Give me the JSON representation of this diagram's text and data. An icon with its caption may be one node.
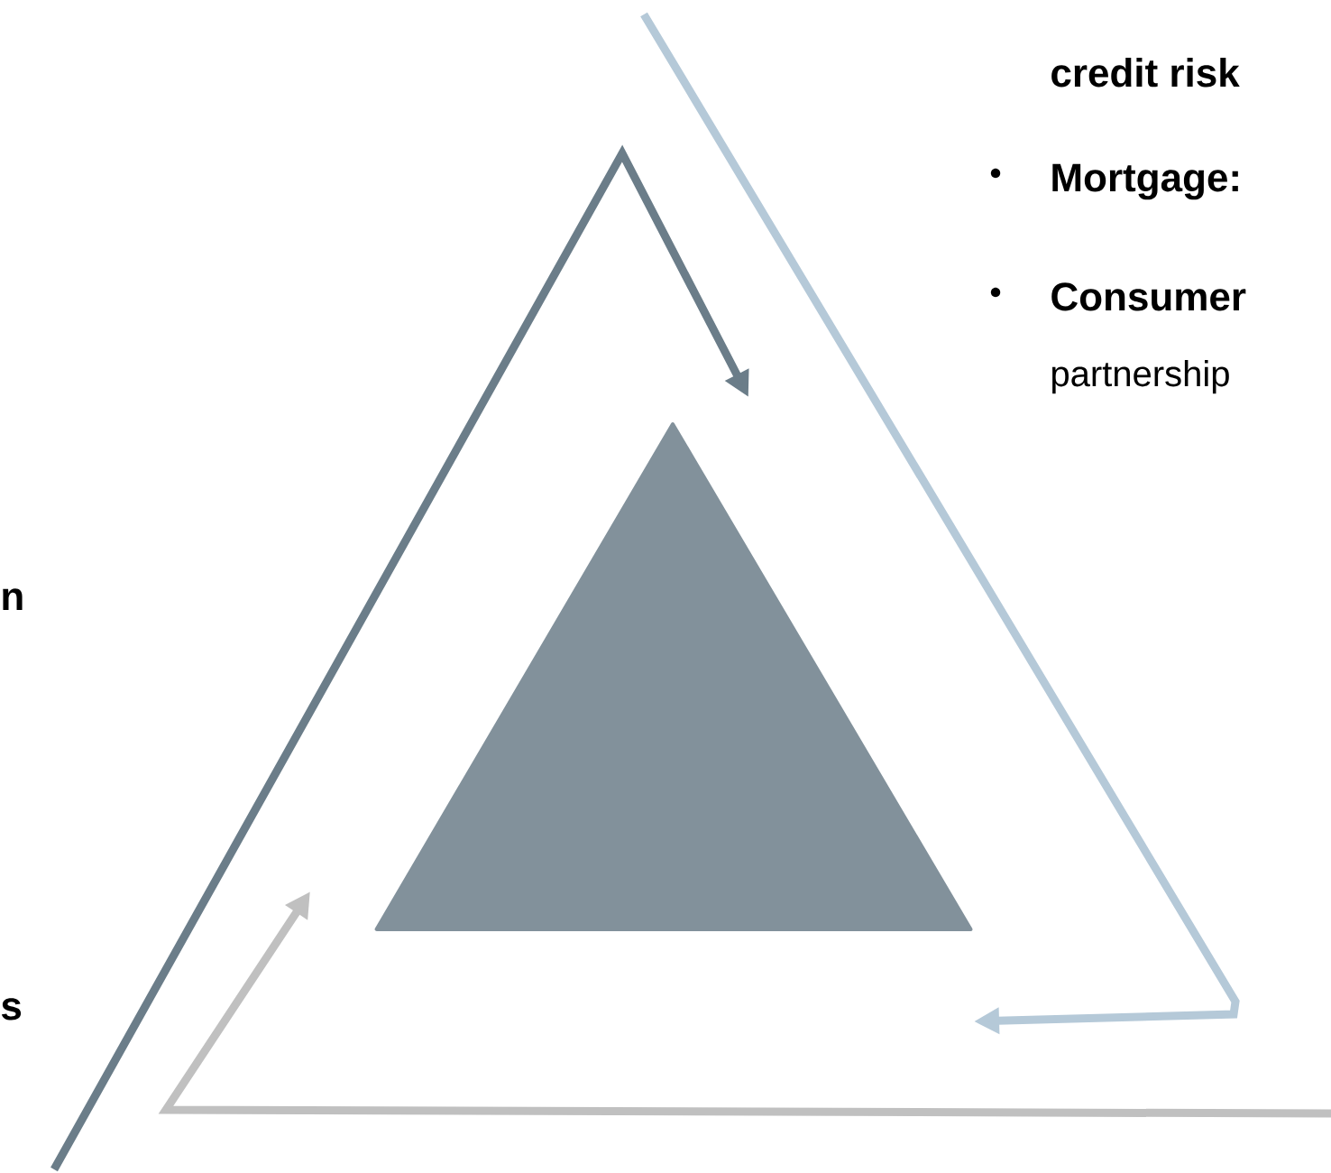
{
  "diagram": {
    "nodes": [
      {
        "text": [],
        "shape": "triangle"
      }
    ],
    "labels": [
      "credit risk",
      "Mortgage:",
      "Consumer",
      "partnership",
      "n",
      "s"
    ]
  }
}
